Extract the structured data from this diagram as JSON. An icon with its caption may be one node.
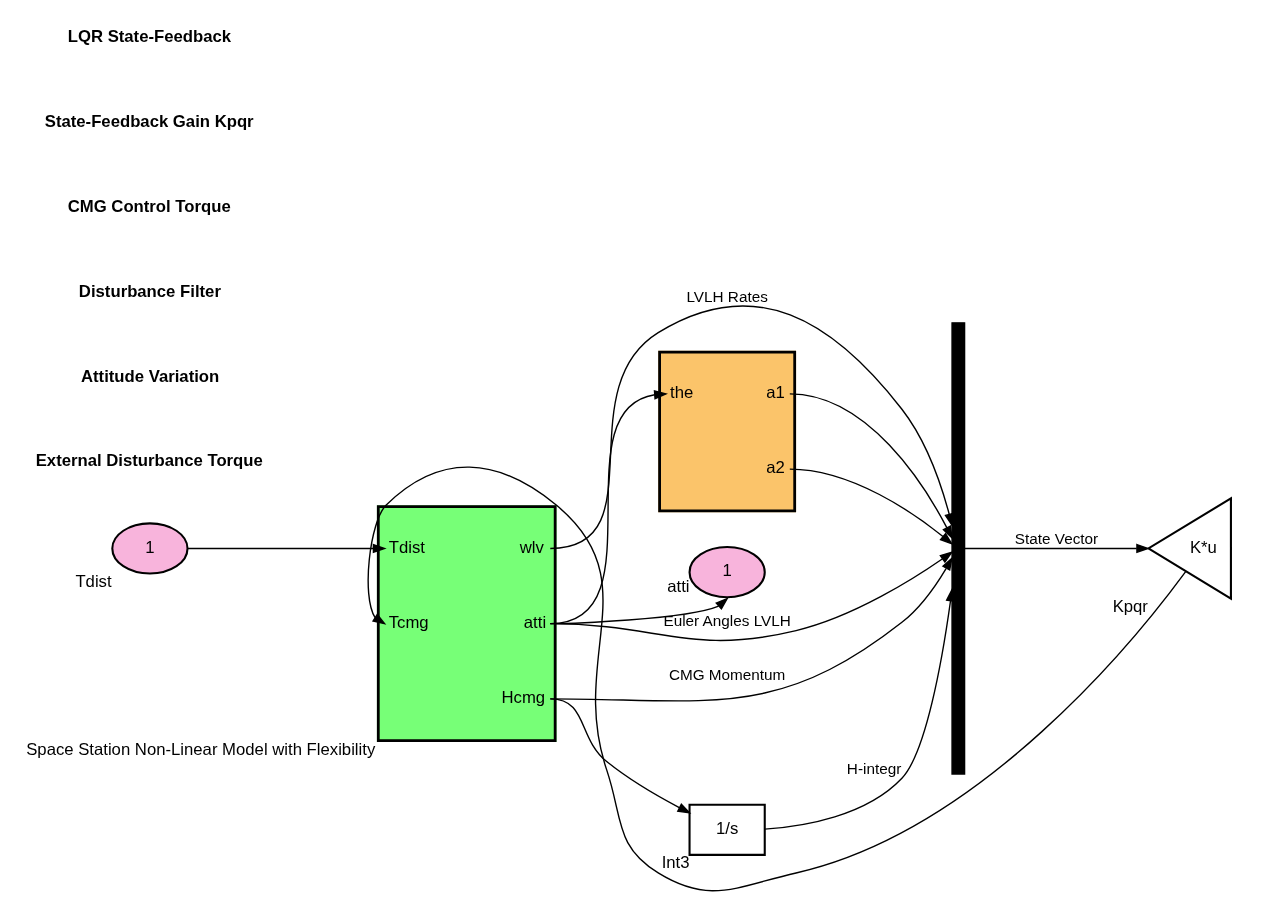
{
  "diagram": {
    "nodes": [
      {
        "text": [
          "1"
        ],
        "beside": [
          "Tdist"
        ]
      },
      {
        "text": [
          "Tdist",
          "Tcmg",
          "wlv",
          "atti",
          "Hcmg"
        ],
        "beside": [
          "Space Station Non-Linear Model with Flexibility"
        ]
      },
      {
        "text": [
          "1/s"
        ],
        "beside": [
          "Int3"
        ]
      },
      {
        "text": [
          "the",
          "a1",
          "a2"
        ]
      },
      {
        "text": [
          "1"
        ],
        "beside": [
          "atti"
        ]
      },
      {
        "text": [],
        "shape": "bar"
      },
      {
        "text": [
          "K*u"
        ],
        "beside": [
          "Kpqr"
        ]
      }
    ],
    "edges": [
      {
        "from": 0,
        "to": 1,
        "arrow": "to"
      },
      {
        "from": 1,
        "to": 5,
        "arrow": "to",
        "label": "LVLH Rates"
      },
      {
        "from": 1,
        "to": 5,
        "arrow": "to",
        "label": "Euler Angles LVLH"
      },
      {
        "from": 1,
        "to": 5,
        "arrow": "to",
        "label": "CMG Momentum"
      },
      {
        "from": 1,
        "to": 2,
        "arrow": "to"
      },
      {
        "from": 2,
        "to": 5,
        "arrow": "to",
        "label": "H-integr"
      },
      {
        "from": 1,
        "to": 4,
        "arrow": "to"
      },
      {
        "from": 1,
        "to": 3,
        "arrow": "to"
      },
      {
        "from": 3,
        "to": 5,
        "arrow": "to"
      },
      {
        "from": 3,
        "to": 5,
        "arrow": "to"
      },
      {
        "from": 5,
        "to": 6,
        "arrow": "to",
        "label": "State Vector"
      },
      {
        "from": 6,
        "to": 1,
        "arrow": "to"
      }
    ],
    "labels": [
      "External Disturbance Torque",
      "Attitude Variation",
      "Disturbance Filter",
      "CMG Control Torque",
      "State-Feedback Gain Kpqr",
      "LQR State-Feedback"
    ]
  }
}
